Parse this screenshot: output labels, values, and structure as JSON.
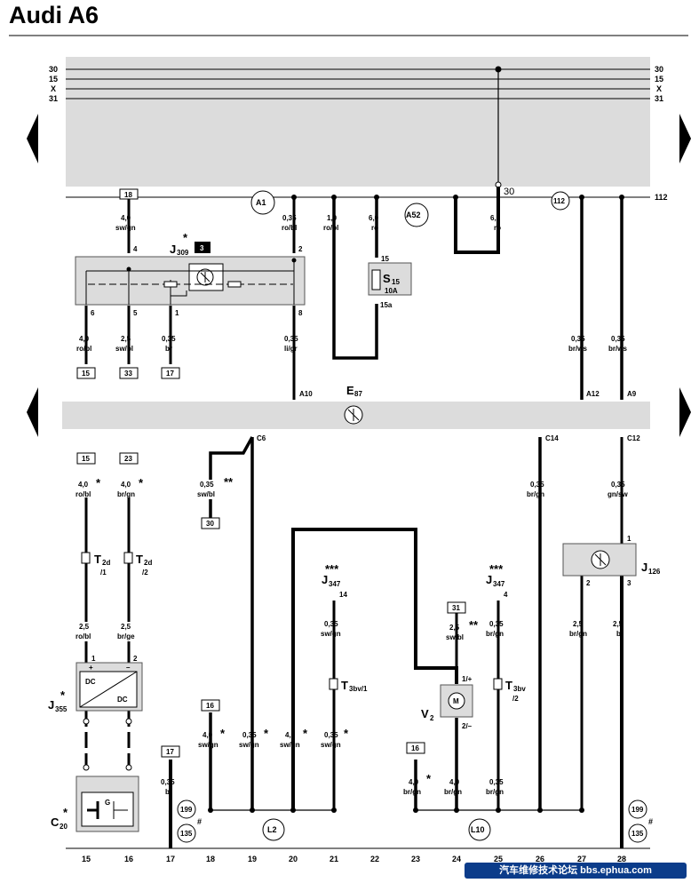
{
  "title": "Audi A6",
  "watermark": "汽车维修技术论坛 bbs.ephua.com",
  "bus_labels": [
    "30",
    "15",
    "X",
    "31"
  ],
  "label_30": "30",
  "label_112": "112",
  "relay_name": "J",
  "relay_sub": "309",
  "relay_star": "*",
  "relay_box": "3",
  "fuse": {
    "name": "S",
    "sub": "15",
    "rating": "10A",
    "pin_top": "15",
    "pin_bot": "15a"
  },
  "e87": {
    "name": "E",
    "sub": "87"
  },
  "circles": {
    "a1": "A1",
    "a52": "A52",
    "c112": "112",
    "l2": "L2",
    "l10": "L10",
    "c199a": "199",
    "c135a": "135",
    "c199b": "199",
    "c135b": "135"
  },
  "hash": "#",
  "top_wires": [
    {
      "id": "w18",
      "ref": "18",
      "gauge": "4,0",
      "color": "sw/gn",
      "pin": "4"
    },
    {
      "id": "w_a1",
      "gauge": "0,35",
      "color": "ro/bl",
      "pin": "2"
    },
    {
      "id": "w_10",
      "gauge": "1,0",
      "color": "ro/bl"
    },
    {
      "id": "w_6",
      "gauge": "6,0",
      "color": "ro"
    },
    {
      "id": "w_6b",
      "gauge": "6,0",
      "color": "ro"
    }
  ],
  "relay_out": [
    {
      "pin": "6",
      "gauge": "4,0",
      "color": "ro/bl",
      "ref": "15"
    },
    {
      "pin": "5",
      "gauge": "2,5",
      "color": "sw/bl",
      "ref": "33"
    },
    {
      "pin": "1",
      "gauge": "0,35",
      "color": "br",
      "ref": "17"
    },
    {
      "pin": "8",
      "gauge": "0,35",
      "color": "li/gr",
      "conn": "A10"
    }
  ],
  "right_top": [
    {
      "gauge": "0,35",
      "color": "br/ws",
      "conn": "A12"
    },
    {
      "gauge": "0,35",
      "color": "br/ws",
      "conn": "A9"
    }
  ],
  "bottom_conns": {
    "c6": "C6",
    "c14": "C14",
    "c12": "C12"
  },
  "w15": {
    "ref": "15",
    "gauge": "4,0",
    "color": "ro/bl",
    "star": "*",
    "t": "T",
    "tsub": "2d",
    "tpin": "/1",
    "g2": "2,5",
    "c2": "ro/bl",
    "pin": "1"
  },
  "w23": {
    "ref": "23",
    "gauge": "4,0",
    "color": "br/gn",
    "star": "*",
    "t": "T",
    "tsub": "2d",
    "tpin": "/2",
    "g2": "2,5",
    "c2": "br/ge",
    "pin": "2"
  },
  "w30": {
    "gauge": "0,35",
    "color": "sw/bl",
    "star": "**",
    "ref": "30"
  },
  "j355": {
    "name": "J",
    "sub": "355",
    "star": "*",
    "dc1": "DC",
    "dc2": "DC",
    "plus": "+",
    "minus": "–"
  },
  "c20": {
    "name": "C",
    "sub": "20",
    "star": "*",
    "g": "G"
  },
  "w17": {
    "ref": "17",
    "gauge": "0,35",
    "color": "br"
  },
  "w16a": {
    "ref": "16",
    "gauge": "4,0",
    "color": "sw/gn",
    "star": "*"
  },
  "w19": {
    "gauge": "0,35",
    "color": "sw/gn",
    "star": "*"
  },
  "w20": {
    "gauge": "4,0",
    "color": "sw/gn",
    "star": "*"
  },
  "w21": {
    "jname": "J",
    "jsub": "347",
    "jstar": "***",
    "pin": "14",
    "gauge": "0,35",
    "color": "sw/gn",
    "t": "T",
    "tsub": "3bv/1",
    "g2": "0,35",
    "c2": "sw/gn",
    "star": "*"
  },
  "w24": {
    "ref": "31",
    "gauge": "2,5",
    "color": "sw/bl",
    "star": "**",
    "vname": "V",
    "vsub": "2",
    "pin1": "1/+",
    "pin2": "2/–",
    "m": "M",
    "g2": "4,0",
    "c2": "br/gn"
  },
  "w23b": {
    "ref": "16",
    "gauge": "4,0",
    "color": "br/gn",
    "star": "*"
  },
  "w25": {
    "jname": "J",
    "jsub": "347",
    "jstar": "***",
    "pin": "4",
    "gauge": "0,35",
    "color": "br/gn",
    "t": "T",
    "tsub": "3bv",
    "tpin": "/2",
    "g2": "0,35",
    "c2": "br/gn"
  },
  "w26": {
    "gauge": "0,35",
    "color": "br/gn"
  },
  "w28": {
    "gauge": "0,35",
    "color": "gn/sw",
    "pin": "1"
  },
  "j126": {
    "name": "J",
    "sub": "126",
    "pin2": "2",
    "pin3": "3",
    "g27": "2,5",
    "c27": "br/gn",
    "g28": "2,5",
    "c28": "br"
  },
  "columns": [
    "15",
    "16",
    "17",
    "18",
    "19",
    "20",
    "21",
    "22",
    "23",
    "24",
    "25",
    "26",
    "27",
    "28"
  ]
}
